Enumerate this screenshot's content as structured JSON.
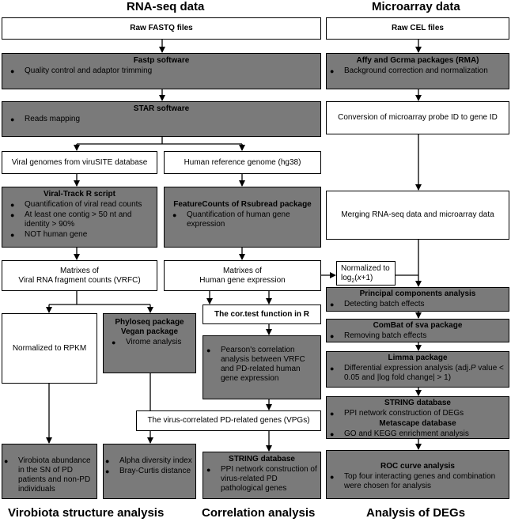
{
  "headings": {
    "rnaseq": "RNA-seq data",
    "microarray": "Microarray data",
    "virobiota": "Virobiota structure analysis",
    "correlation": "Correlation analysis",
    "degs": "Analysis of DEGs"
  },
  "rnaseq": {
    "raw_fastq": "Raw FASTQ files",
    "fastp": {
      "title": "Fastp software",
      "bullets": [
        "Quality control and adaptor trimming"
      ]
    },
    "star": {
      "title": "STAR software",
      "bullets": [
        "Reads mapping"
      ]
    },
    "viral_genomes": "Viral genomes from viruSITE database",
    "human_ref": "Human reference genome (hg38)",
    "viral_track": {
      "title": "Viral-Track R script",
      "bullets": [
        "Quantification of viral read counts",
        "At least one contig > 50 nt and identity > 90%",
        "NOT human gene"
      ]
    },
    "featurecounts": {
      "title": "FeatureCounts of Rsubread package",
      "bullets": [
        "Quantification of human gene expression"
      ]
    },
    "matrix_vrfc": {
      "line1": "Matrixes of",
      "line2": "Viral RNA fragment counts (VRFC)"
    },
    "matrix_human": {
      "line1": "Matrixes of",
      "line2": "Human gene expression"
    }
  },
  "virobiota": {
    "rpkm": "Normalized to RPKM",
    "phyloseq": {
      "title1": "Phyloseq package",
      "title2": "Vegan package",
      "bullets": [
        "Virome analysis"
      ]
    },
    "abundance": {
      "bullets": [
        "Virobiota abundance in the SN of PD patients and non-PD individuals"
      ]
    },
    "diversity": {
      "bullets": [
        "Alpha diversity index",
        "Bray-Curtis distance"
      ]
    }
  },
  "correlation": {
    "cortest": "The cor.test function in R",
    "pearson": {
      "bullets": [
        "Pearson's correlation analysis between VRFC and PD-related human gene expression"
      ]
    },
    "vpgs": "The virus-correlated PD-related genes (VPGs)",
    "string": {
      "title": "STRING database",
      "bullets": [
        "PPI network construction of virus-related PD pathological genes"
      ]
    }
  },
  "microarray": {
    "raw_cel": "Raw CEL files",
    "affy": {
      "title": "Affy and Gcrma packages (RMA)",
      "bullets": [
        "Background correction and normalization"
      ]
    },
    "conversion": "Conversion of microarray probe ID to gene ID",
    "merging": "Merging RNA-seq data and microarray data",
    "normalized": {
      "line1": "Normalized to",
      "line2_prefix": "log",
      "line2_sub": "2",
      "line2_open": "(",
      "line2_var": "x",
      "line2_suffix": "+1)"
    }
  },
  "degs": {
    "pca": {
      "title": "Principal components analysis",
      "bullets": [
        "Detecting batch effects"
      ]
    },
    "combat": {
      "title": "ComBat of sva package",
      "bullets": [
        "Removing batch effects"
      ]
    },
    "limma": {
      "title": "Limma package",
      "bullet_prefix": "Differential expression analysis (adj.",
      "bullet_p": "P",
      "bullet_suffix": " value < 0.05 and |log fold change| > 1)"
    },
    "string_meta": {
      "title1": "STRING database",
      "bullet1": "PPI network construction of DEGs",
      "title2": "Metascape database",
      "bullet2": "GO and KEGG enrichment analysis"
    },
    "roc": {
      "title": "ROC curve analysis",
      "bullets": [
        "Top four interacting genes and combination were chosen for analysis"
      ]
    }
  },
  "colors": {
    "gray_box": "#7a7a7a",
    "white_box": "#ffffff",
    "line": "#000000"
  }
}
